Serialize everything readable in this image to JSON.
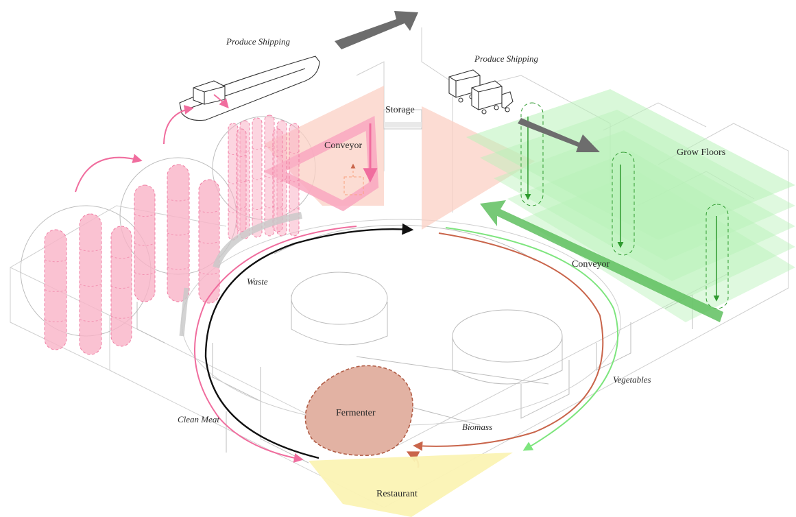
{
  "labels": {
    "produce_shipping_left": "Produce Shipping",
    "produce_shipping_right": "Produce Shipping",
    "storage": "Storage",
    "conveyor_left": "Conveyor",
    "conveyor_right": "Conveyor",
    "grow_floors": "Grow Floors",
    "waste": "Waste",
    "vegetables": "Vegetables",
    "clean_meat": "Clean Meat",
    "biomass": "Biomass",
    "fermenter": "Fermenter",
    "restaurant": "Restaurant"
  },
  "colors": {
    "meat_pink": "#f06d9e",
    "tank_pink": "#f9b3c7",
    "veg_green": "#6fd86f",
    "grow_green": "#b9f2b9",
    "biomass_red": "#c9654b",
    "fermenter_fill": "#e2b2a3",
    "restaurant_yellow": "#fbf3b4",
    "cycle_black": "#111111",
    "arrow_grey": "#6d6d6d",
    "storage_salmon": "#fbd0c4"
  }
}
